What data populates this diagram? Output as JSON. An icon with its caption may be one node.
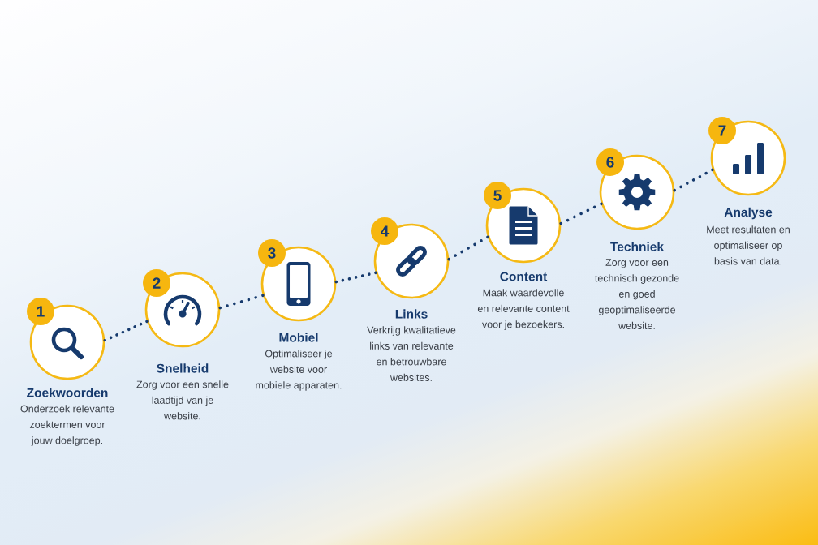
{
  "diagram": {
    "nodes": [
      {
        "text": [
          "1"
        ]
      },
      {
        "text": [
          "Zoekwoorden",
          "Onderzoek relevante zoektermen voor jouw doelgroep."
        ]
      },
      {
        "text": [
          "2"
        ]
      },
      {
        "text": [
          "Snelheid",
          "Zorg voor een snelle laadtijd van je website."
        ]
      },
      {
        "text": [
          "3"
        ]
      },
      {
        "text": [
          "Mobiel",
          "Optimaliseer je website voor mobiele apparaten."
        ]
      },
      {
        "text": [
          "4"
        ]
      },
      {
        "text": [
          "Links",
          "Verkrijg kwalitatieve links van relevante en betrouwbare websites."
        ]
      },
      {
        "text": [
          "5"
        ]
      },
      {
        "text": [
          "Content",
          "Maak waardevolle en relevante content voor je bezoekers."
        ]
      },
      {
        "text": [
          "6"
        ]
      },
      {
        "text": [
          "Techniek",
          "Zorg voor een technisch gezonde en goed geoptimaliseerde website."
        ]
      },
      {
        "text": [
          "7"
        ]
      },
      {
        "text": [
          "Analyse",
          "Meet resultaten en optimaliseer op basis van data."
        ]
      }
    ],
    "edges": [
      {
        "from": 1,
        "to": 3,
        "arrow": "none"
      },
      {
        "from": 3,
        "to": 5,
        "arrow": "none"
      },
      {
        "from": 5,
        "to": 7,
        "arrow": "none"
      },
      {
        "from": 7,
        "to": 9,
        "arrow": "none"
      },
      {
        "from": 9,
        "to": 11,
        "arrow": "none"
      },
      {
        "from": 11,
        "to": 13,
        "arrow": "none"
      }
    ]
  }
}
